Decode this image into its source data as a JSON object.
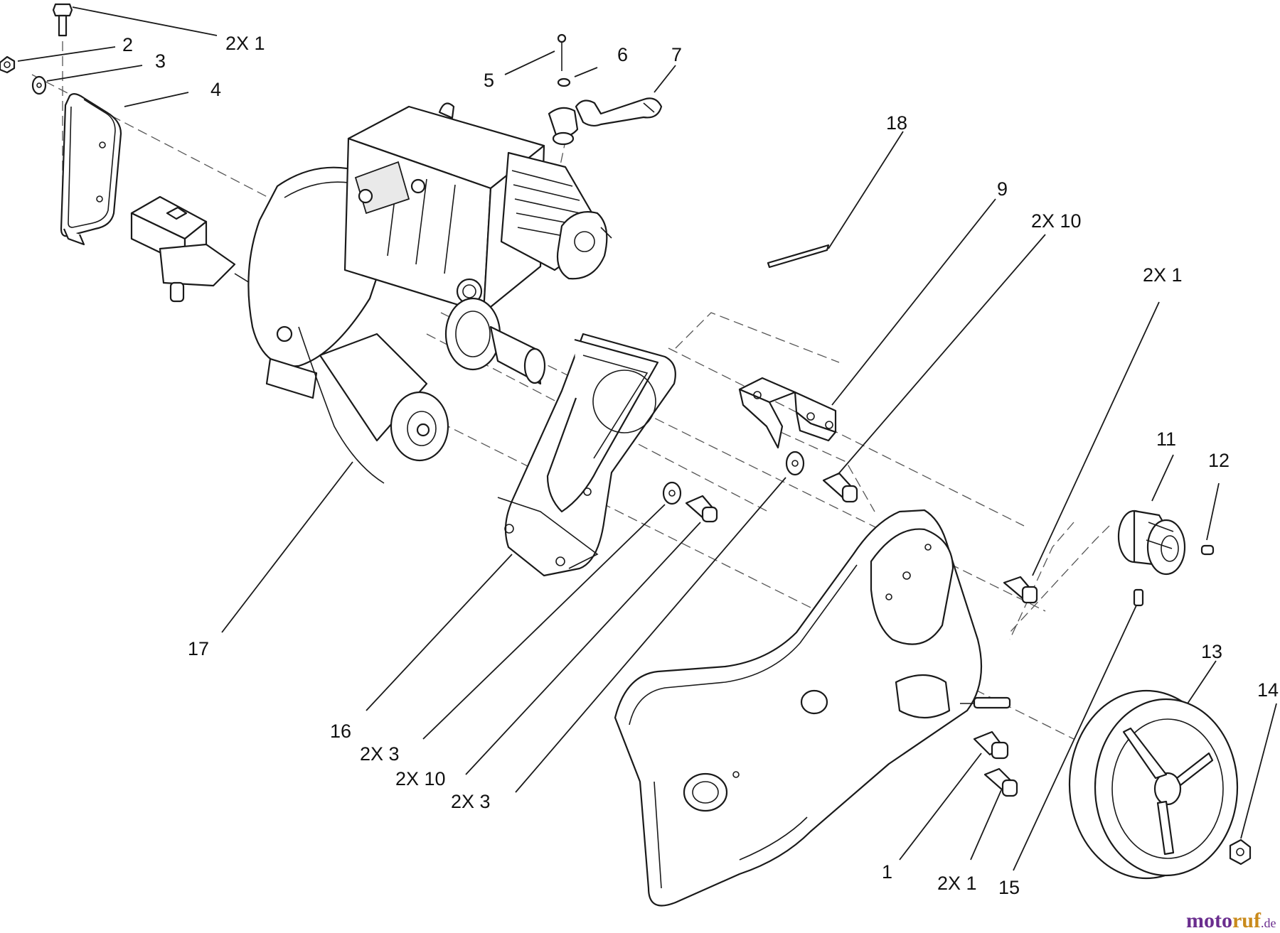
{
  "callouts": {
    "c_2x1_top": "2X 1",
    "c_2": "2",
    "c_3": "3",
    "c_4": "4",
    "c_5": "5",
    "c_6": "6",
    "c_7": "7",
    "c_18": "18",
    "c_9": "9",
    "c_2x10_right": "2X 10",
    "c_2x1_right": "2X 1",
    "c_11": "11",
    "c_12": "12",
    "c_13": "13",
    "c_14": "14",
    "c_17": "17",
    "c_16": "16",
    "c_2x3_a": "2X 3",
    "c_2x10_low": "2X 10",
    "c_2x3_b": "2X 3",
    "c_1": "1",
    "c_2x1_bottom": "2X 1",
    "c_15": "15"
  },
  "watermark": {
    "part1": "moto",
    "part2": "ruf",
    "suffix": ".de"
  },
  "colors": {
    "ink": "#1a1a1a",
    "watermark_purple": "#6a2d8e",
    "watermark_orange": "#c98a1b"
  }
}
